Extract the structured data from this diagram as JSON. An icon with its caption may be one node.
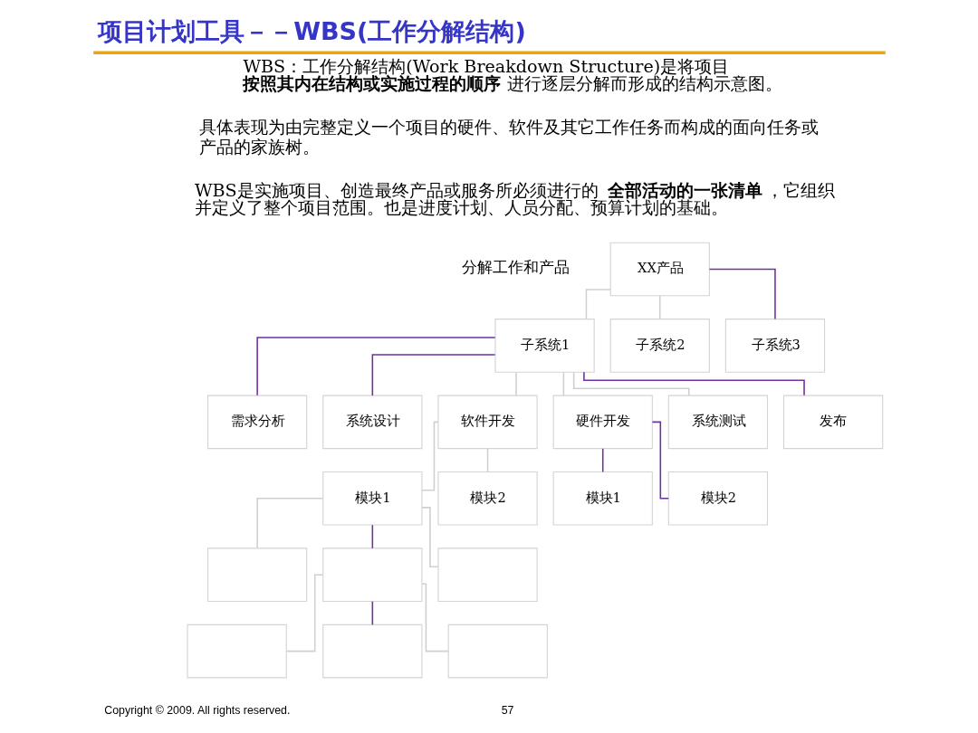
{
  "diagram": {
    "title": "项目计划工具－－WBS(工作分解结构)",
    "nodes": [
      {
        "text": [
          "XX产品"
        ]
      },
      {
        "text": [
          "子系统1"
        ]
      },
      {
        "text": [
          "子系统2"
        ]
      },
      {
        "text": [
          "子系统3"
        ]
      },
      {
        "text": [
          "需求分析"
        ]
      },
      {
        "text": [
          "系统设计"
        ]
      },
      {
        "text": [
          "软件开发"
        ]
      },
      {
        "text": [
          "硬件开发"
        ]
      },
      {
        "text": [
          "系统测试"
        ]
      },
      {
        "text": [
          "发布"
        ]
      },
      {
        "text": [
          "模块1"
        ]
      },
      {
        "text": [
          "模块2"
        ]
      },
      {
        "text": [
          "模块1"
        ]
      },
      {
        "text": [
          "模块2"
        ]
      },
      {
        "text": [],
        "shape": "box"
      },
      {
        "text": [],
        "shape": "box"
      },
      {
        "text": [],
        "shape": "box"
      },
      {
        "text": [],
        "shape": "box"
      },
      {
        "text": [],
        "shape": "box"
      },
      {
        "text": [],
        "shape": "box"
      }
    ],
    "edges": [
      {
        "from": 0,
        "to": 1,
        "arrow": "none"
      },
      {
        "from": 0,
        "to": 2,
        "arrow": "none"
      },
      {
        "from": 0,
        "to": 3,
        "arrow": "none",
        "color": "#7030a0"
      },
      {
        "from": 1,
        "to": 4,
        "arrow": "none",
        "color": "#7030a0"
      },
      {
        "from": 1,
        "to": 5,
        "arrow": "none",
        "color": "#7030a0"
      },
      {
        "from": 1,
        "to": 6,
        "arrow": "none"
      },
      {
        "from": 1,
        "to": 7,
        "arrow": "none"
      },
      {
        "from": 1,
        "to": 8,
        "arrow": "none"
      },
      {
        "from": 1,
        "to": 9,
        "arrow": "none",
        "color": "#7030a0"
      },
      {
        "from": 6,
        "to": 10,
        "arrow": "none"
      },
      {
        "from": 6,
        "to": 11,
        "arrow": "none"
      },
      {
        "from": 7,
        "to": 12,
        "arrow": "none",
        "color": "#7030a0"
      },
      {
        "from": 7,
        "to": 13,
        "arrow": "none",
        "color": "#7030a0"
      },
      {
        "from": 10,
        "to": 14,
        "arrow": "none"
      },
      {
        "from": 10,
        "to": 15,
        "arrow": "none",
        "color": "#7030a0"
      },
      {
        "from": 10,
        "to": 16,
        "arrow": "none"
      },
      {
        "from": 15,
        "to": 17,
        "arrow": "none"
      },
      {
        "from": 15,
        "to": 18,
        "arrow": "none",
        "color": "#7030a0"
      },
      {
        "from": 15,
        "to": 19,
        "arrow": "none"
      }
    ],
    "labels": [
      "WBS：工作分解结构(Work Breakdown Structure)是将项目**按照其内在结构或实施过程的顺序**进行逐层分解而形成的结构示意图。",
      "具体表现为由完整定义一个项目的硬件、软件及其它工作任务而构成的面向任务或产品的家族树。",
      "WBS是实施项目、创造最终产品或服务所必须进行的**全部活动的一张清单**，它组织并定义了整个项目范围。也是进度计划、人员分配、预算计划的基础。",
      "分解工作和产品",
      "Copyright © 2009. All rights reserved.",
      "57"
    ]
  }
}
